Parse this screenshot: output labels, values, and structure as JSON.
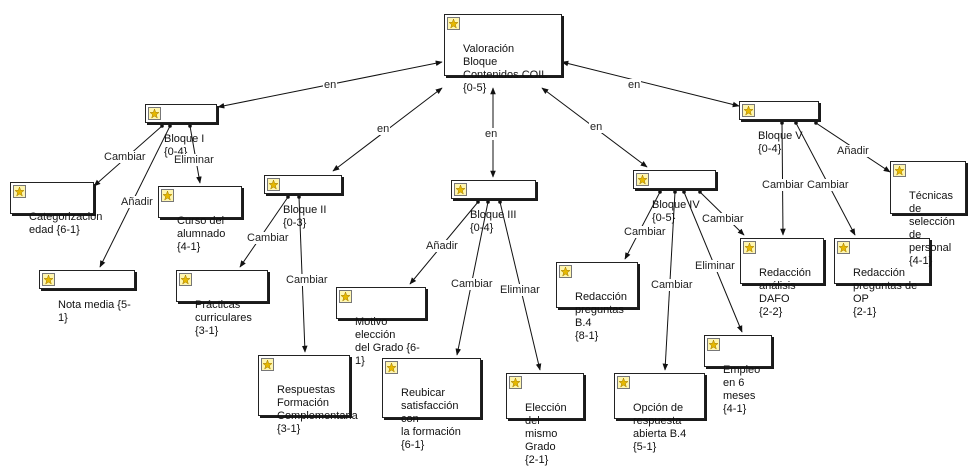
{
  "diagram": {
    "nodes": {
      "root": "Valoración\nBloque\nContenidos COIL\n{0-5}",
      "b1": "Bloque I {0-4}",
      "b2": "Bloque II {0-3}",
      "b3": "Bloque III {0-4}",
      "b4": "Bloque IV {0-5}",
      "b5": "Bloque V {0-4}",
      "cat_edad": "Categorización\nedad {6-1}",
      "nota_media": "Nota media {5-1}",
      "curso": "Curso del\nalumnado {4-1}",
      "practicas": "Prácticas\ncurriculares {3-1}",
      "respuestas": "Respuestas\nFormación\nComplementaria\n{3-1}",
      "motivo": "Motivo elección\ndel Grado {6-1}",
      "reubicar": "Reubicar\nsatisfacción con\nla formación\n{6-1}",
      "eleccion": "Elección del\nmismo Grado\n{2-1}",
      "redaccion_b4": "Redacción\npreguntas B.4\n{8-1}",
      "opcion": "Opción de\nrespuesta\nabierta B.4 {5-1}",
      "empleo": "Empleo en 6\nmeses {4-1}",
      "dafo": "Redacción\nanálisis DAFO\n{2-2}",
      "redaccion_op": "Redacción\npreguntas de OP\n{2-1}",
      "tecnicas": "Técnicas de\nselección de\npersonal {4-1}"
    },
    "edge_labels": {
      "en": "en",
      "cambiar": "Cambiar",
      "eliminar": "Eliminar",
      "anadir": "Añadir"
    },
    "icon": "memo-icon"
  }
}
